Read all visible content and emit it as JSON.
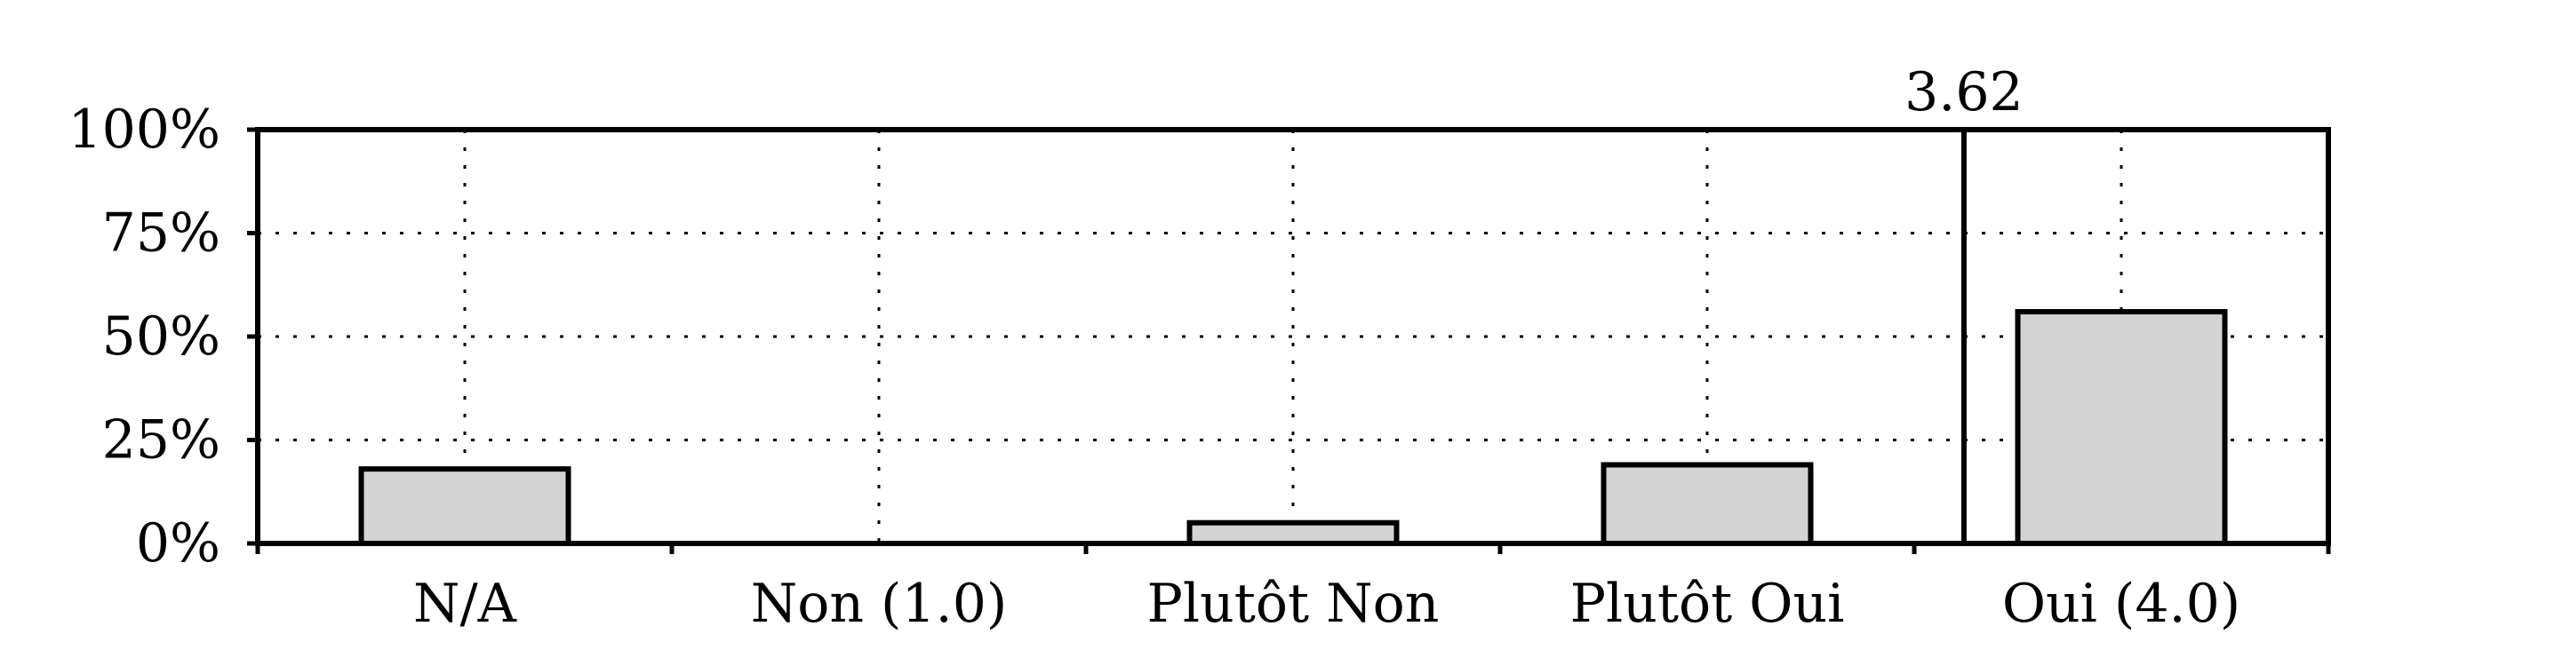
{
  "chart_data": {
    "type": "bar",
    "categories": [
      "N/A",
      "Non (1.0)",
      "Plutôt Non",
      "Plutôt Oui",
      "Oui (4.0)"
    ],
    "values": [
      18,
      0,
      5,
      19,
      56
    ],
    "y_unit": "%",
    "ylim": [
      0,
      100
    ],
    "yticks": [
      0,
      25,
      50,
      75,
      100
    ],
    "ytick_labels": [
      "0%",
      "25%",
      "50%",
      "75%",
      "100%"
    ],
    "grid": true,
    "bar_color": "#d3d3d3",
    "mean_marker": {
      "value": 3.62,
      "label": "3.62",
      "scale_min": 1.0,
      "scale_max": 4.0
    },
    "title": "",
    "xlabel": "",
    "ylabel": ""
  }
}
